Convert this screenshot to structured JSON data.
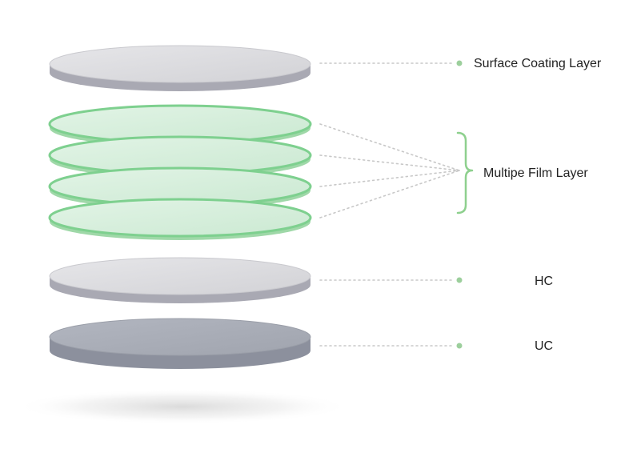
{
  "labels": {
    "surface_coating": "Surface Coating Layer",
    "multi_film": "Multipe Film Layer",
    "hc": "HC",
    "uc": "UC"
  },
  "colors": {
    "gray_layer_top": "#dcdcdf",
    "gray_layer_edge": "#a9a9b3",
    "green_layer_top": "#d6eedc",
    "green_layer_rim": "#7ed08f",
    "green_layer_edge": "#9fd8a8",
    "uc_top": "#a7abb6",
    "uc_edge": "#8c909d",
    "leader_line": "#c8c8c8",
    "dot": "#9ccf9c",
    "brace": "#8ed08e"
  },
  "film_layer_count": 4
}
